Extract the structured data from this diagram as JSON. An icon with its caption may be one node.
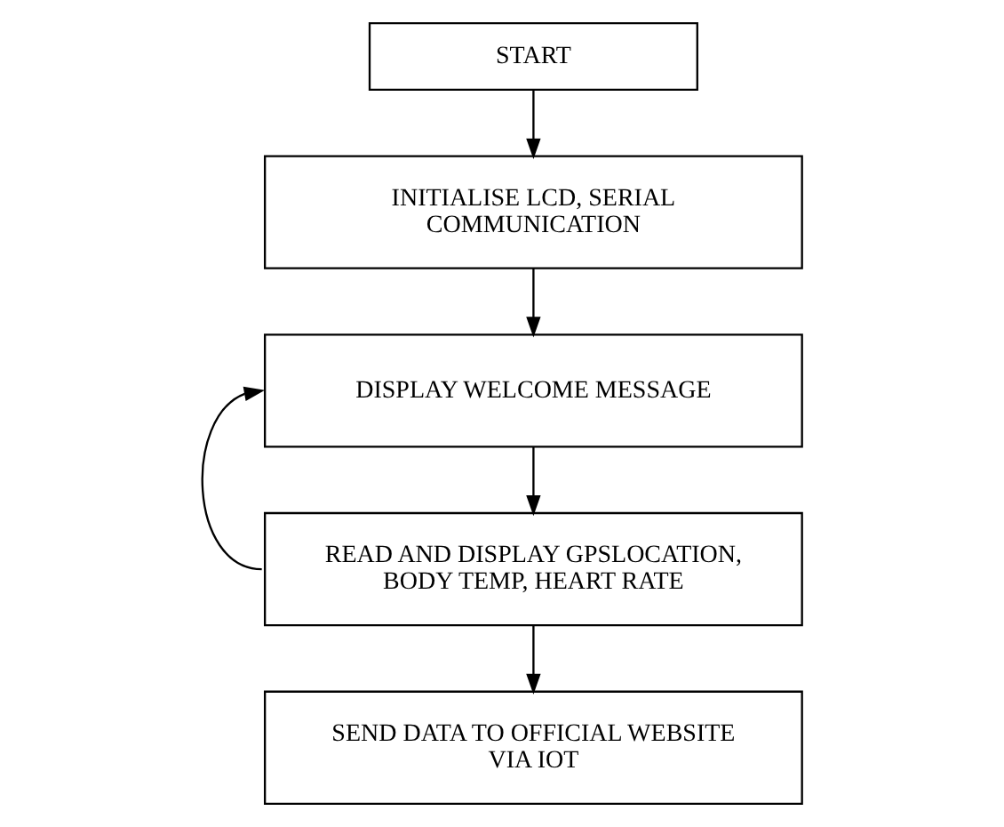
{
  "diagram": {
    "nodes": [
      {
        "text": [
          "START"
        ]
      },
      {
        "text": [
          "INITIALISE LCD, SERIAL COMMUNICATION"
        ]
      },
      {
        "text": [
          "DISPLAY WELCOME MESSAGE"
        ]
      },
      {
        "text": [
          "READ AND DISPLAY GPSLOCATION, BODY TEMP, HEART RATE"
        ]
      },
      {
        "text": [
          "SEND DATA TO OFFICIAL WEBSITE VIA IOT"
        ]
      }
    ],
    "edges": [
      {
        "from": 0,
        "to": 1,
        "arrow": "to"
      },
      {
        "from": 1,
        "to": 2,
        "arrow": "to"
      },
      {
        "from": 2,
        "to": 3,
        "arrow": "to"
      },
      {
        "from": 3,
        "to": 4,
        "arrow": "to"
      },
      {
        "from": 3,
        "to": 2,
        "arrow": "to"
      }
    ]
  }
}
